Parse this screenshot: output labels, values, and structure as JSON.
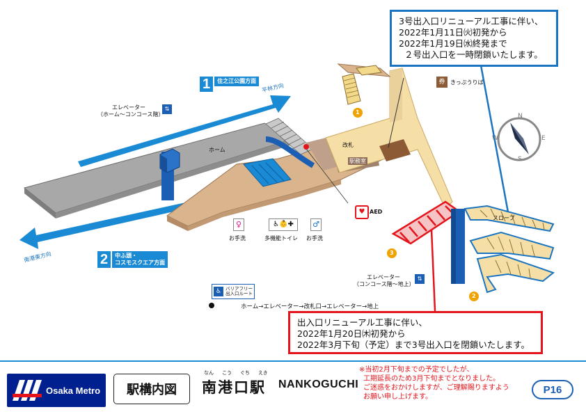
{
  "colors": {
    "blue": "#1a8ad4",
    "red": "#e3141b",
    "navy": "#00208f",
    "platform": "#a6a6a6",
    "concourse": "#f6dfa6",
    "corridor": "#d9b48d"
  },
  "notices": {
    "exit3_closure": {
      "lines": [
        "3号出入口リニューアル工事に伴い、",
        "2022年1月11日㈫初発から",
        "2022年1月19日㈬終発まで",
        "２号出入口を一時閉鎖いたします。"
      ]
    },
    "exit_renewal": {
      "lines": [
        "出入口リニューアル工事に伴い、",
        "2022年1月20日㈭初発から",
        "2022年3月下旬（予定）まで3号出入口を閉鎖いたします。"
      ]
    },
    "extension": {
      "lines": [
        "※当初2月下旬までの予定でしたが、",
        "工期延長のため3月下旬までとなりました。",
        "ご迷惑をおかけしますが、ご理解賜りますよう",
        "お願い申し上げます。"
      ]
    }
  },
  "map": {
    "direction_hirabayashi": "平林方向",
    "direction_nankohigashi": "南港東方向",
    "platform_label": "ホーム",
    "exit1": {
      "number": "1",
      "name": "住之江公園方面"
    },
    "exit2": {
      "number": "2",
      "name_line1": "中ふ頭・",
      "name_line2": "コスモスクエア方面"
    },
    "elevator_platform": {
      "line1": "エレベーター",
      "line2": "（ホーム～コンコース階）"
    },
    "elevator_concourse": {
      "line1": "エレベーター",
      "line2": "（コンコース階～地上）"
    },
    "ticket_gate": "改札",
    "station_office": "駅務室",
    "kippuuriba": "きっぷうりば",
    "aed": "AED",
    "slope": "スロープ",
    "toilet_women": "お手洗",
    "toilet_multi": "多機能トイレ",
    "toilet_men": "お手洗",
    "barrier_free": {
      "line1": "バリアフリー",
      "line2": "出入口ルート"
    },
    "route_text": "ホーム→エレベーター→改札口→エレベーター→地上",
    "exit_markers": [
      "1",
      "2",
      "3"
    ],
    "compass": {
      "n": "N",
      "e": "E",
      "s": "S",
      "w": "W"
    }
  },
  "footer": {
    "logo_text": "Osaka Metro",
    "page_title": "駅構内図",
    "station_chars": [
      "南",
      "港",
      "口",
      "駅"
    ],
    "furigana": [
      "なん",
      "こう",
      "ぐち",
      "えき"
    ],
    "station_en": "NANKOGUCHI",
    "page_number": "P16"
  }
}
